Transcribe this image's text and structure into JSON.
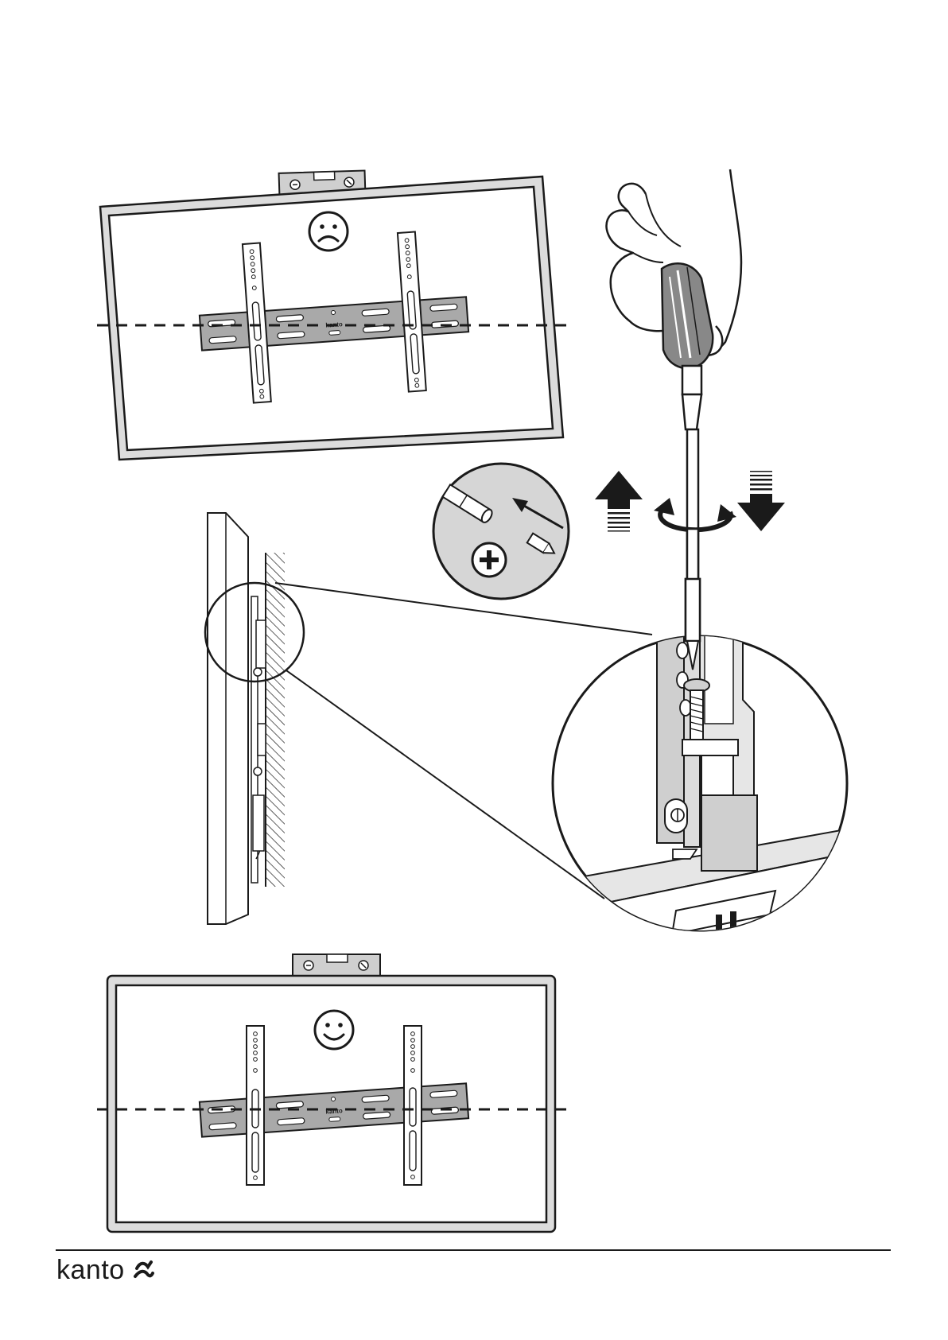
{
  "brand": {
    "name": "kanto",
    "bracket_label": "kanto"
  },
  "diagram": {
    "panels": [
      {
        "id": "tv-uneven",
        "state": "not-level",
        "emoji": "frown-face"
      },
      {
        "id": "side-view",
        "state": "wall-mounted"
      },
      {
        "id": "detail-zoom",
        "state": "adjust-screw"
      },
      {
        "id": "tv-level",
        "state": "level",
        "emoji": "smile-face"
      }
    ],
    "icons": [
      "arrow-up-icon",
      "arrow-down-icon",
      "rotate-icon",
      "phillips-icon",
      "screwdriver-icon",
      "hand-icon",
      "spirit-level-icon"
    ],
    "colors": {
      "stroke": "#1a1a1a",
      "fill_light": "#e6e6e6",
      "fill_mid": "#cfcfcf",
      "fill_bracket": "#a9a9a9"
    }
  }
}
